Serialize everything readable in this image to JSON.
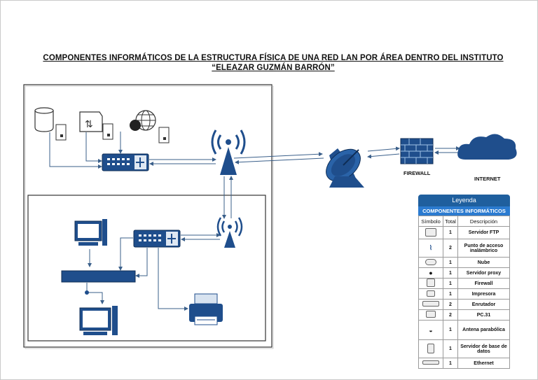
{
  "title": {
    "line1": "COMPONENTES INFORMÁTICOS DE LA ESTRUCTURA FÍSICA DE UNA RED LAN POR ÁREA DENTRO DEL INSTITUTO",
    "line2": "“ELEAZAR GUZMÁN BARRÓN”"
  },
  "labels": {
    "firewall": "FIREWALL",
    "internet": "INTERNET"
  },
  "legend": {
    "title": "Leyenda",
    "subtitle": "COMPONENTES INFORMÁTICOS",
    "headers": [
      "Símbolo",
      "Total",
      "Descripción"
    ],
    "rows": [
      {
        "icon": "ftp-server-icon",
        "total": "1",
        "desc": "Servidor FTP"
      },
      {
        "icon": "wireless-ap-icon",
        "total": "2",
        "desc": "Punto de acceso inalámbrico"
      },
      {
        "icon": "cloud-icon",
        "total": "1",
        "desc": "Nube"
      },
      {
        "icon": "proxy-server-icon",
        "total": "1",
        "desc": "Servidor proxy"
      },
      {
        "icon": "firewall-icon",
        "total": "1",
        "desc": "Firewall"
      },
      {
        "icon": "printer-icon",
        "total": "1",
        "desc": "Impresora"
      },
      {
        "icon": "router-icon",
        "total": "2",
        "desc": "Enrutador"
      },
      {
        "icon": "pc-icon",
        "total": "2",
        "desc": "PC.31"
      },
      {
        "icon": "satellite-dish-icon",
        "total": "1",
        "desc": "Antena parabólica"
      },
      {
        "icon": "database-server-icon",
        "total": "1",
        "desc": "Servidor de base de datos"
      },
      {
        "icon": "ethernet-icon",
        "total": "1",
        "desc": "Ethernet"
      }
    ]
  },
  "colors": {
    "device_blue": "#1f4e8c",
    "legend_header": "#1f5f9e",
    "legend_sub": "#2b7bd0",
    "line": "#3a5f8a"
  }
}
